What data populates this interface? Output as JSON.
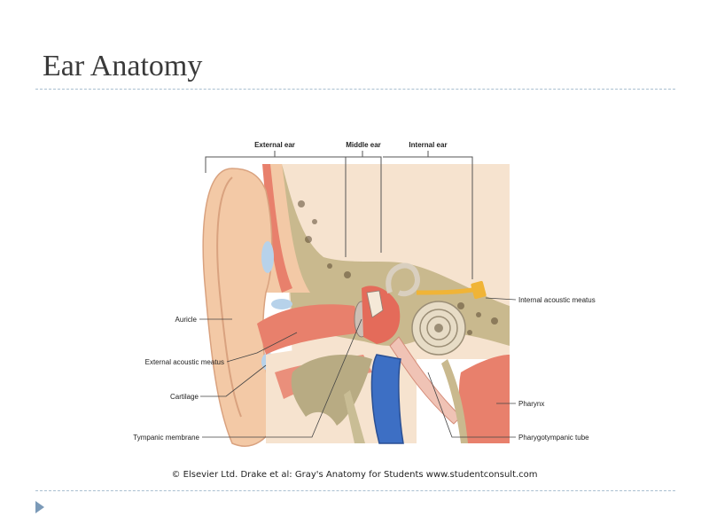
{
  "slide": {
    "title": "Ear Anatomy",
    "caption": "© Elsevier Ltd. Drake et al: Gray's Anatomy for Students www.studentconsult.com"
  },
  "diagram": {
    "region_labels": {
      "external": "External ear",
      "middle": "Middle ear",
      "internal": "Internal ear"
    },
    "labels": {
      "auricle": "Auricle",
      "external_meatus": "External acoustic meatus",
      "cartilage": "Cartilage",
      "tympanic_membrane": "Tympanic membrane",
      "internal_meatus": "Internal acoustic meatus",
      "pharynx": "Pharynx",
      "pharyngotympanic_tube": "Pharygotympanic tube"
    }
  },
  "colors": {
    "skin": "#f3c9a6",
    "muscle": "#e8806c",
    "bone": "#d8cca5",
    "porous_bone": "#c7b88f",
    "cartilage": "#b7d2ea",
    "vessel": "#3d6fc4",
    "nerve": "#f0b437",
    "accent_rule": "#a9bfd0"
  }
}
